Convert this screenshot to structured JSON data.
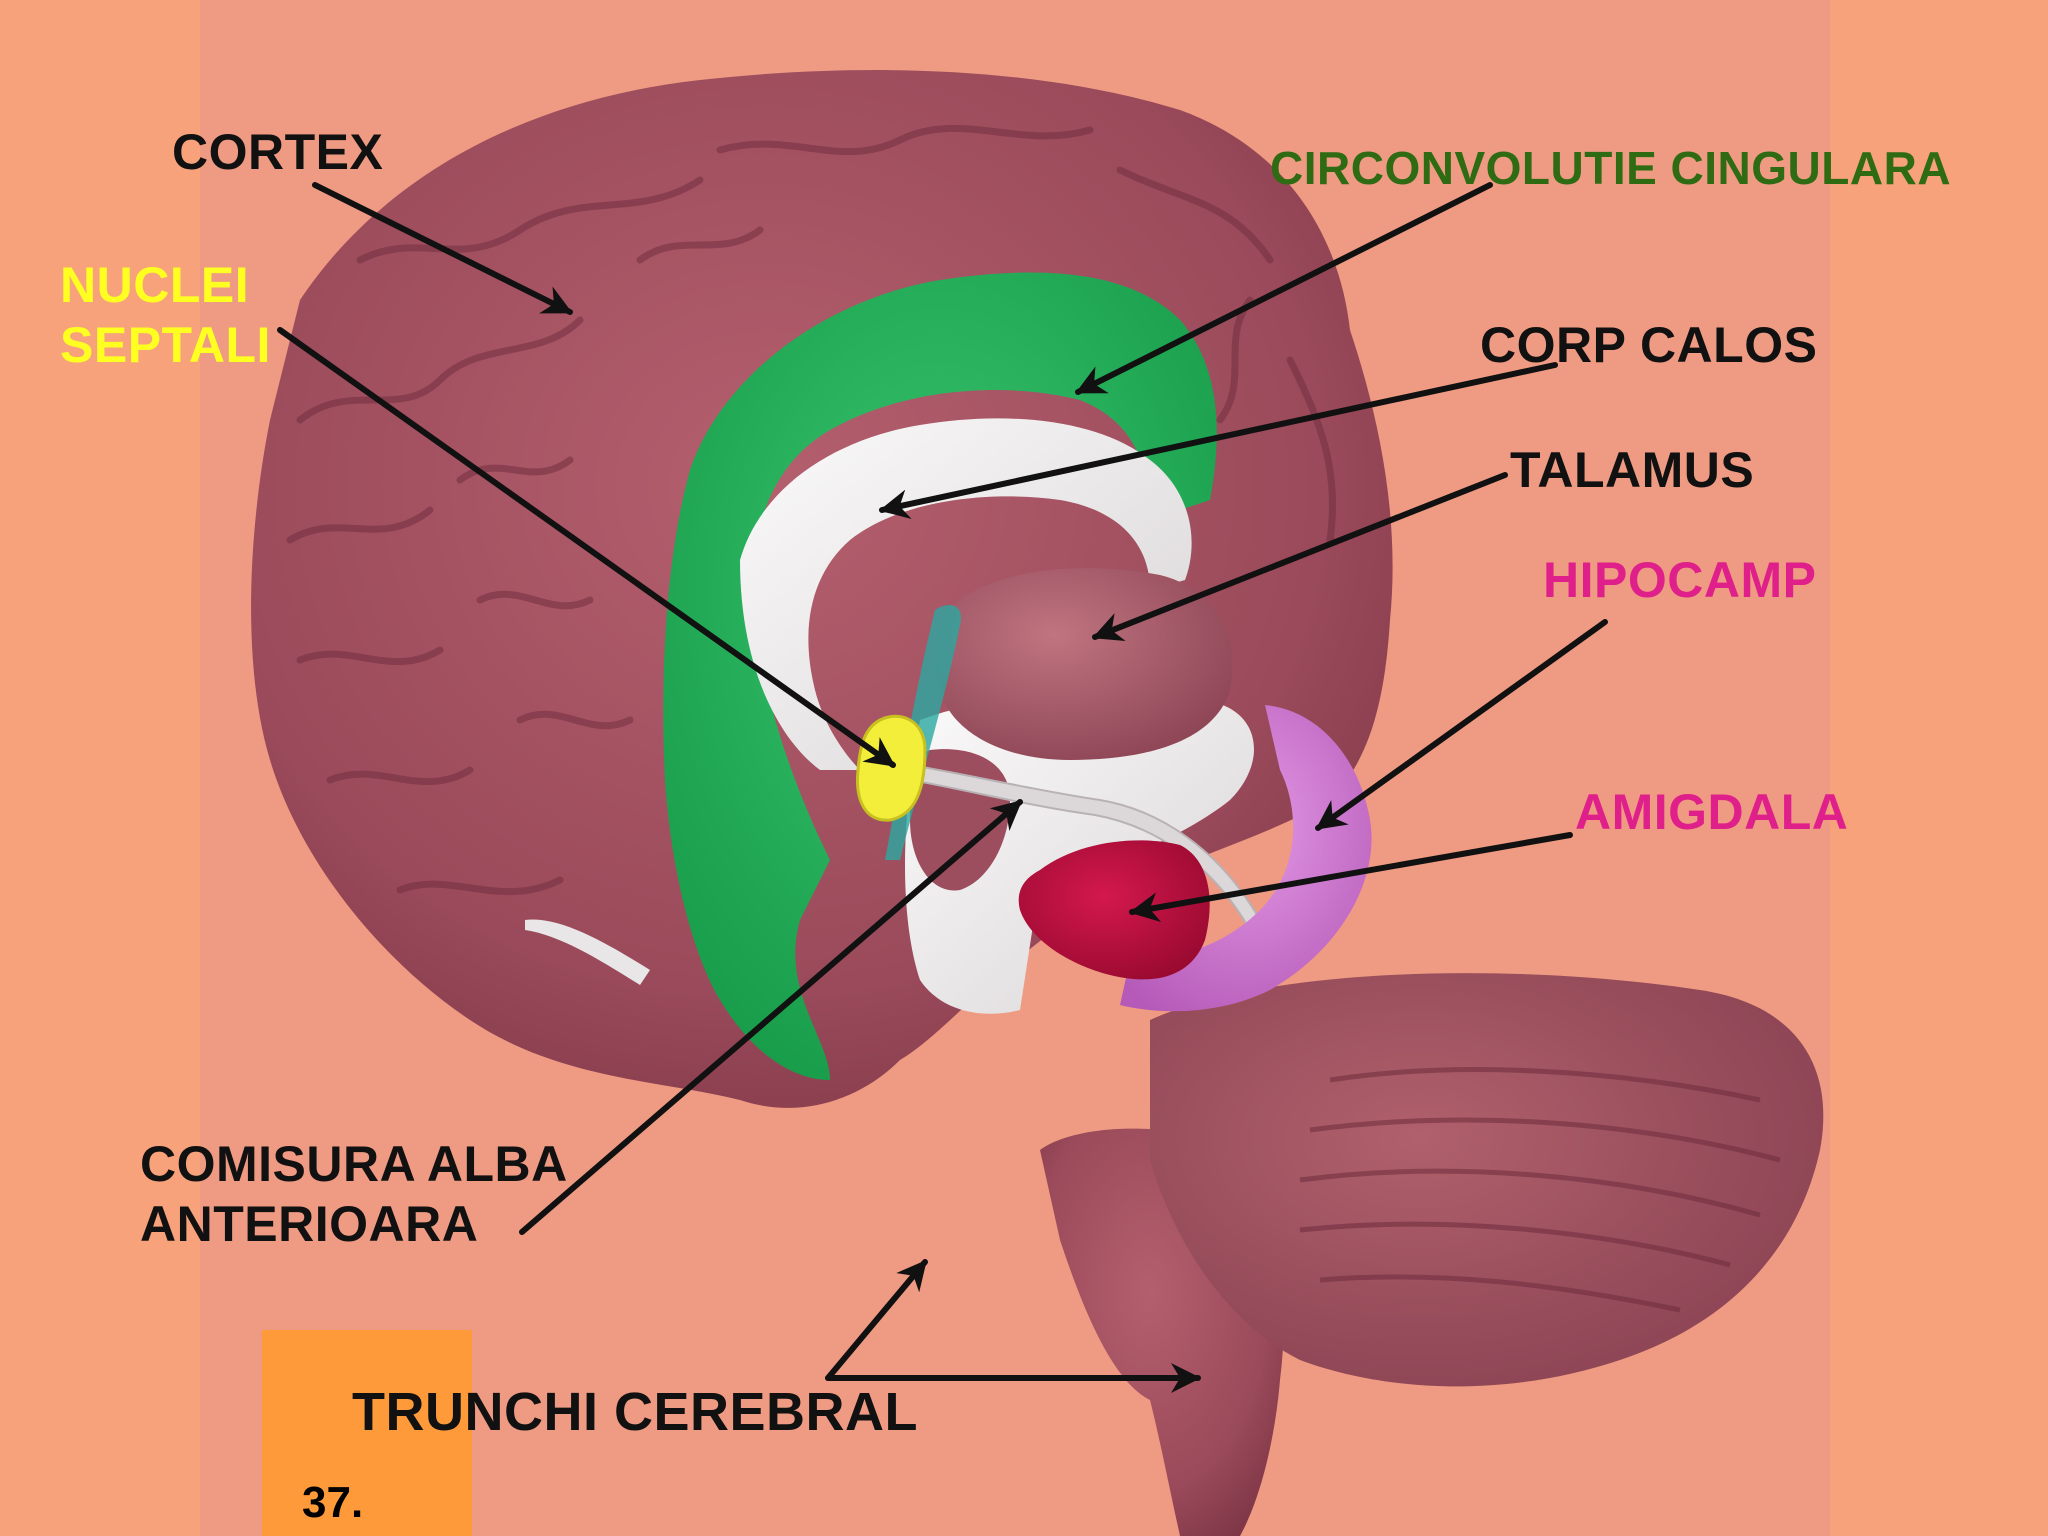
{
  "labels": {
    "cortex": "CORTEX",
    "circonvolutie": "CIRCONVOLUTIE CINGULARA",
    "nuclei_line1": "NUCLEI",
    "nuclei_line2": "SEPTALI",
    "corp_calos": "CORP CALOS",
    "talamus": "TALAMUS",
    "hipocamp": "HIPOCAMP",
    "amigdala": "AMIGDALA",
    "comisura_line1": "COMISURA ALBA",
    "comisura_line2": "ANTERIOARA",
    "trunchi": "TRUNCHI CEREBRAL"
  },
  "page_number": "37.",
  "colors": {
    "background_outer": "#f7a27a",
    "background_panel": "#ef9a82",
    "orange_box": "#ff9a3a",
    "brain_tissue": "#a05060",
    "cingulate_green": "#22b35a",
    "corpus_callosum": "#f0eeee",
    "septal_yellow": "#f2ee3a",
    "hippocampus_violet": "#d87ad8",
    "amygdala_red": "#c01040",
    "label_black": "#111111",
    "label_green": "#2e6b12",
    "label_yellow": "#ffff22",
    "label_magenta": "#e0208a"
  }
}
